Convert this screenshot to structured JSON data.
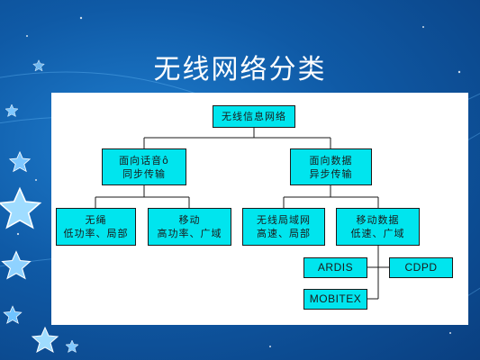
{
  "slide": {
    "title": "无线网络分类"
  },
  "diagram": {
    "root": "无线信息网络",
    "voice": {
      "line1": "面向话音ô",
      "line2": "同步传输"
    },
    "data": {
      "line1": "面向数据",
      "line2": "异步传输"
    },
    "cordless": {
      "line1": "无绳",
      "line2": "低功率、局部"
    },
    "mobile": {
      "line1": "移动",
      "line2": "高功率、广域"
    },
    "wlan": {
      "line1": "无线局域网",
      "line2": "高速、局部"
    },
    "mobile_data": {
      "line1": "移动数据",
      "line2": "低速、广域"
    },
    "ardis": "ARDIS",
    "cdpd": "CDPD",
    "mobitex": "MOBITEX"
  },
  "colors": {
    "node_fill": "#00e5ee",
    "background": "#0f5aa6",
    "panel": "#ffffff"
  },
  "decorations": [
    "star-icon"
  ]
}
